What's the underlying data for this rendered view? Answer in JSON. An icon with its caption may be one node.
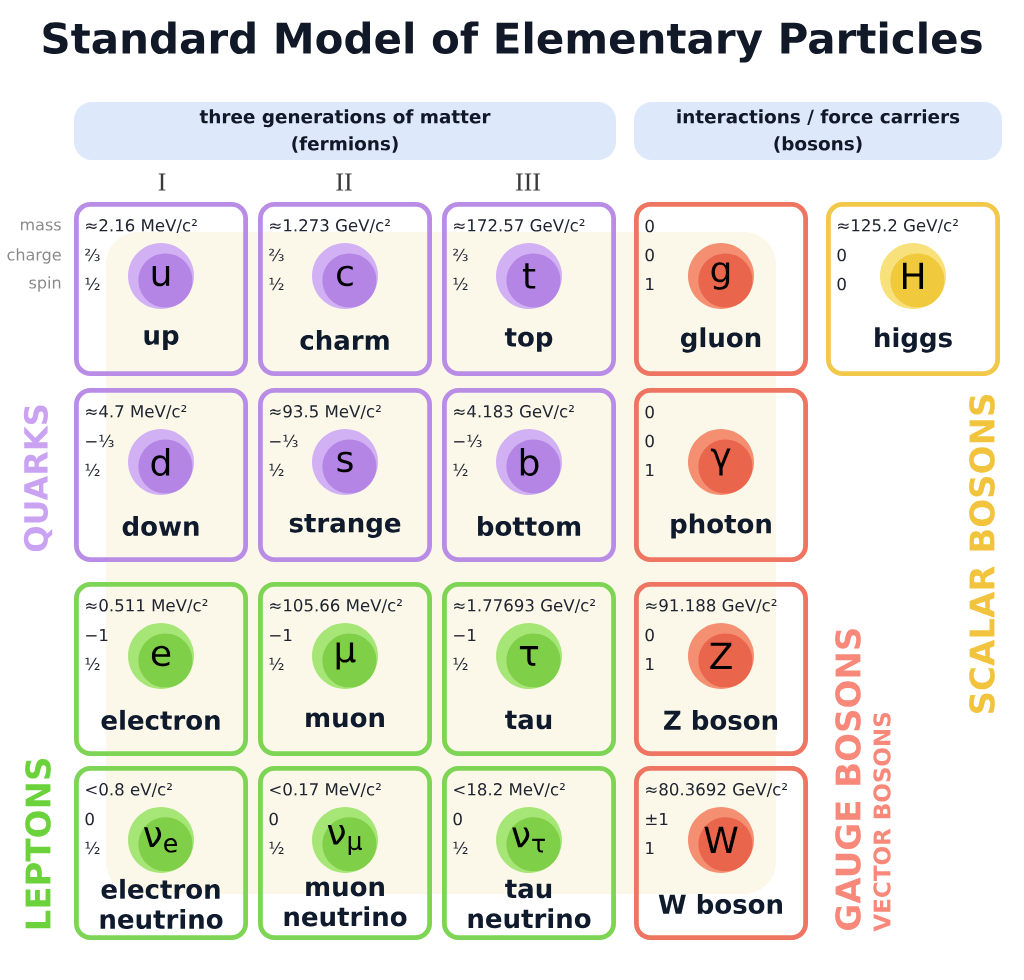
{
  "diagram": {
    "title": "Standard Model of Elementary Particles",
    "nodes": [
      {
        "text": [
          "three generations of matter (fermions)"
        ]
      },
      {
        "text": [
          "interactions / force carriers (bosons)"
        ]
      },
      {
        "text": [
          "≈2.16 MeV/c²",
          "⅔",
          "½",
          "up"
        ]
      },
      {
        "text": [
          "u"
        ],
        "in": 2
      },
      {
        "text": [
          "≈1.273 GeV/c²",
          "⅔",
          "½",
          "charm"
        ]
      },
      {
        "text": [
          "c"
        ],
        "in": 4
      },
      {
        "text": [
          "≈172.57 GeV/c²",
          "⅔",
          "½",
          "top"
        ]
      },
      {
        "text": [
          "t"
        ],
        "in": 6
      },
      {
        "text": [
          "0",
          "0",
          "1",
          "gluon"
        ]
      },
      {
        "text": [
          "g"
        ],
        "in": 8
      },
      {
        "text": [
          "≈125.2 GeV/c²",
          "0",
          "0",
          "higgs"
        ]
      },
      {
        "text": [
          "H"
        ],
        "in": 10
      },
      {
        "text": [
          "≈4.7 MeV/c²",
          "−⅓",
          "½",
          "down"
        ]
      },
      {
        "text": [
          "d"
        ],
        "in": 12
      },
      {
        "text": [
          "≈93.5 MeV/c²",
          "−⅓",
          "½",
          "strange"
        ]
      },
      {
        "text": [
          "s"
        ],
        "in": 14
      },
      {
        "text": [
          "≈4.183 GeV/c²",
          "−⅓",
          "½",
          "bottom"
        ]
      },
      {
        "text": [
          "b"
        ],
        "in": 16
      },
      {
        "text": [
          "0",
          "0",
          "1",
          "photon"
        ]
      },
      {
        "text": [
          "γ"
        ],
        "in": 18
      },
      {
        "text": [
          "≈0.511 MeV/c²",
          "−1",
          "½",
          "electron"
        ]
      },
      {
        "text": [
          "e"
        ],
        "in": 20
      },
      {
        "text": [
          "≈105.66 MeV/c²",
          "−1",
          "½",
          "muon"
        ]
      },
      {
        "text": [
          "μ"
        ],
        "in": 22
      },
      {
        "text": [
          "≈1.77693 GeV/c²",
          "−1",
          "½",
          "tau"
        ]
      },
      {
        "text": [
          "τ"
        ],
        "in": 24
      },
      {
        "text": [
          "≈91.188 GeV/c²",
          "0",
          "1",
          "Z boson"
        ]
      },
      {
        "text": [
          "Z"
        ],
        "in": 26
      },
      {
        "text": [
          "<0.8 eV/c²",
          "0",
          "½",
          "electron neutrino"
        ]
      },
      {
        "text": [
          "ν$_{e}$"
        ],
        "in": 28
      },
      {
        "text": [
          "<0.17 MeV/c²",
          "0",
          "½",
          "muon neutrino"
        ]
      },
      {
        "text": [
          "ν$_{μ}$"
        ],
        "in": 30
      },
      {
        "text": [
          "<18.2 MeV/c²",
          "0",
          "½",
          "tau neutrino"
        ]
      },
      {
        "text": [
          "ν$_{τ}$"
        ],
        "in": 32
      },
      {
        "text": [
          "≈80.3692 GeV/c²",
          "±1",
          "1",
          "W boson"
        ]
      },
      {
        "text": [
          "W"
        ],
        "in": 34
      }
    ],
    "labels": [
      "I",
      "II",
      "III",
      "mass",
      "charge",
      "spin",
      "QUARKS",
      "LEPTONS",
      "GAUGE BOSONS",
      "VECTOR BOSONS",
      "SCALAR BOSONS"
    ]
  }
}
